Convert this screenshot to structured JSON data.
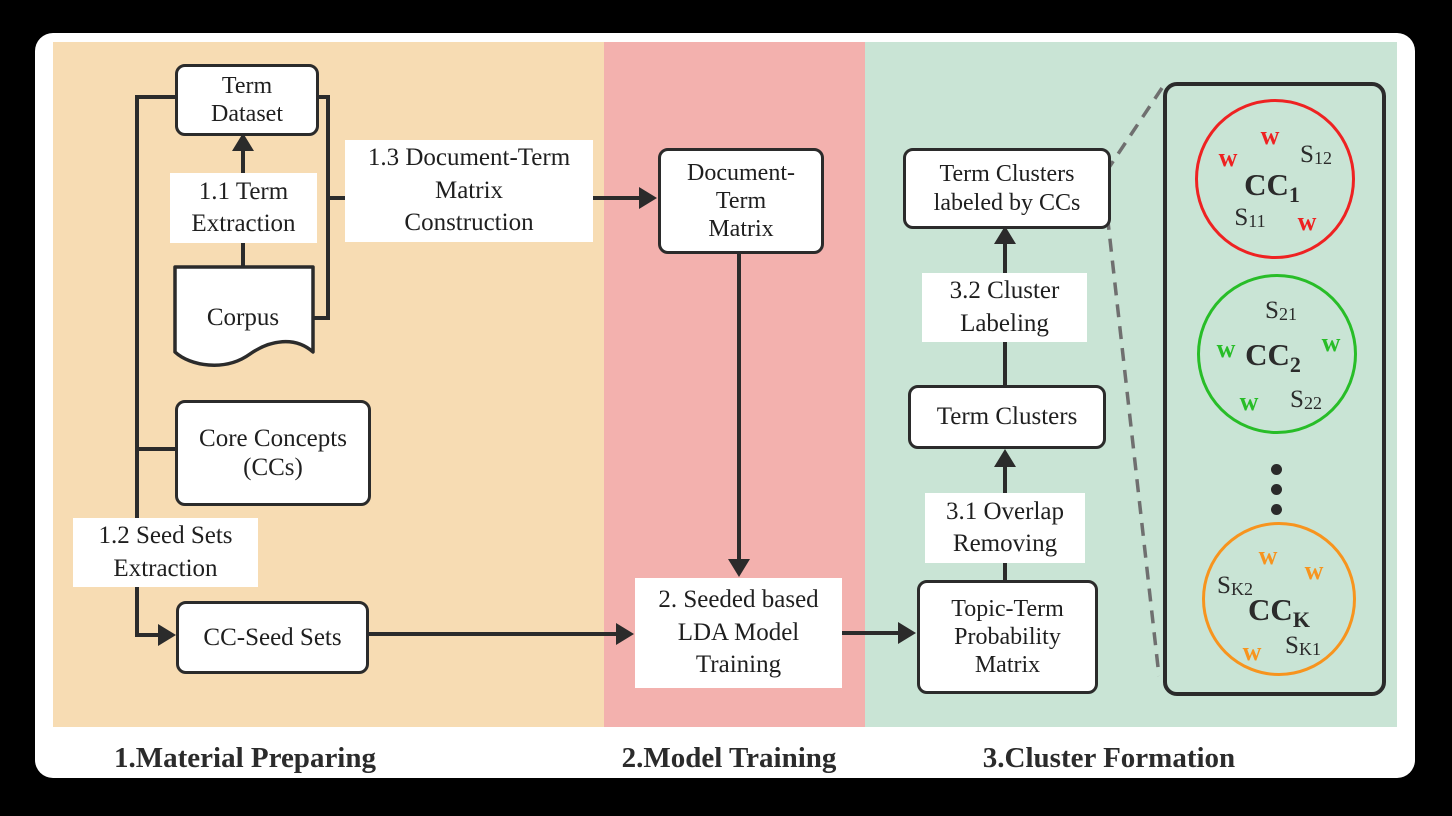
{
  "flow": {
    "term_dataset": "Term\nDataset",
    "label_1_1": "1.1 Term\nExtraction",
    "corpus": "Corpus",
    "label_1_3": "1.3 Document-Term\nMatrix\nConstruction",
    "core_concepts": "Core Concepts\n(CCs)",
    "label_1_2": "1.2 Seed Sets\nExtraction",
    "cc_seed_sets": "CC-Seed Sets",
    "document_term_matrix": "Document-\nTerm\nMatrix",
    "label_2": "2. Seeded based\nLDA Model\nTraining",
    "topic_term_matrix": "Topic-Term\nProbability\nMatrix",
    "label_3_1": "3.1 Overlap\nRemoving",
    "term_clusters": "Term Clusters",
    "label_3_2": "3.2 Cluster\nLabeling",
    "term_clusters_labeled": "Term Clusters\nlabeled by CCs"
  },
  "sections": {
    "s1": {
      "label": "1.Material Preparing",
      "color": "#f7dcb3"
    },
    "s2": {
      "label": "2.Model Training",
      "color": "#f3b1ae"
    },
    "s3": {
      "label": "3.Cluster Formation",
      "color": "#c9e4d5"
    }
  },
  "panel": {
    "circles": [
      {
        "name": "CC",
        "index": "1",
        "stroke": "#ee2222",
        "items": [
          {
            "t": "w",
            "color": "#ee2222"
          },
          {
            "t": "w",
            "color": "#ee2222"
          },
          {
            "t": "S",
            "sub": "12",
            "color": "#2b2b2b"
          },
          {
            "t": "S",
            "sub": "11",
            "color": "#2b2b2b"
          },
          {
            "t": "w",
            "color": "#ee2222"
          }
        ]
      },
      {
        "name": "CC",
        "index": "2",
        "stroke": "#28bd28",
        "items": [
          {
            "t": "S",
            "sub": "21",
            "color": "#2b2b2b"
          },
          {
            "t": "w",
            "color": "#28bd28"
          },
          {
            "t": "w",
            "color": "#28bd28"
          },
          {
            "t": "w",
            "color": "#28bd28"
          },
          {
            "t": "S",
            "sub": "22",
            "color": "#2b2b2b"
          }
        ]
      },
      {
        "name": "CC",
        "index": "K",
        "stroke": "#f7941e",
        "items": [
          {
            "t": "w",
            "color": "#f7941e"
          },
          {
            "t": "w",
            "color": "#f7941e"
          },
          {
            "t": "S",
            "sub": "K2",
            "color": "#2b2b2b"
          },
          {
            "t": "w",
            "color": "#f7941e"
          },
          {
            "t": "S",
            "sub": "K1",
            "color": "#2b2b2b"
          }
        ]
      }
    ]
  },
  "colors": {
    "background": "#000000",
    "card": "#ffffff",
    "line": "#2b2b2b",
    "dashed_line": "#6f6f6f",
    "band_material": "#f7dcb3",
    "band_training": "#f3b1ae",
    "band_cluster": "#c9e4d5"
  }
}
